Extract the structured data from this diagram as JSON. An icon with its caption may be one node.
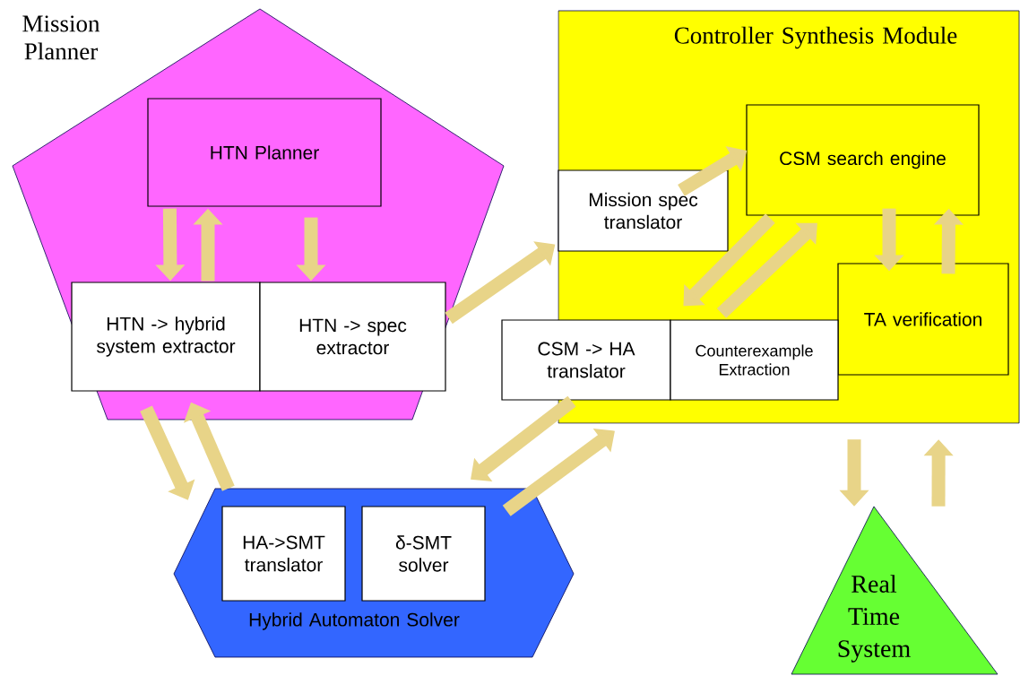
{
  "diagram": {
    "nodes": [
      {
        "text": [
          "Mission Planner"
        ]
      },
      {
        "text": [
          "HTN Planner"
        ],
        "in": 0
      },
      {
        "text": [
          "HTN -> hybrid system extractor"
        ],
        "in": 0
      },
      {
        "text": [
          "HTN -> spec extractor"
        ],
        "in": 0
      },
      {
        "text": [
          "Controller Synthesis Module"
        ]
      },
      {
        "text": [
          "Mission spec translator"
        ],
        "in": 4
      },
      {
        "text": [
          "CSM search engine"
        ],
        "in": 4
      },
      {
        "text": [
          "TA verification"
        ],
        "in": 4
      },
      {
        "text": [
          "CSM -> HA translator"
        ]
      },
      {
        "text": [
          "Counterexample Extraction"
        ],
        "in": 4
      },
      {
        "text": [
          "Hybrid Automaton Solver"
        ]
      },
      {
        "text": [
          "HA->SMT translator"
        ],
        "in": 10
      },
      {
        "text": [
          "δ-SMT solver"
        ],
        "in": 10
      },
      {
        "text": [
          "Real Time System"
        ]
      }
    ],
    "edges": [
      {
        "from": 1,
        "to": 2,
        "arrow": "to"
      },
      {
        "from": 2,
        "to": 1,
        "arrow": "to"
      },
      {
        "from": 1,
        "to": 3,
        "arrow": "to"
      },
      {
        "from": 3,
        "to": 5,
        "arrow": "to"
      },
      {
        "from": 5,
        "to": 6,
        "arrow": "to"
      },
      {
        "from": 6,
        "to": 9,
        "arrow": "to"
      },
      {
        "from": 9,
        "to": 6,
        "arrow": "to"
      },
      {
        "from": 6,
        "to": 7,
        "arrow": "to"
      },
      {
        "from": 7,
        "to": 6,
        "arrow": "to"
      },
      {
        "from": 2,
        "to": 10,
        "arrow": "to"
      },
      {
        "from": 10,
        "to": 2,
        "arrow": "to"
      },
      {
        "from": 8,
        "to": 10,
        "arrow": "to"
      },
      {
        "from": 10,
        "to": 8,
        "arrow": "to"
      },
      {
        "from": 4,
        "to": 13,
        "arrow": "to"
      },
      {
        "from": 13,
        "to": 4,
        "arrow": "to"
      }
    ]
  }
}
